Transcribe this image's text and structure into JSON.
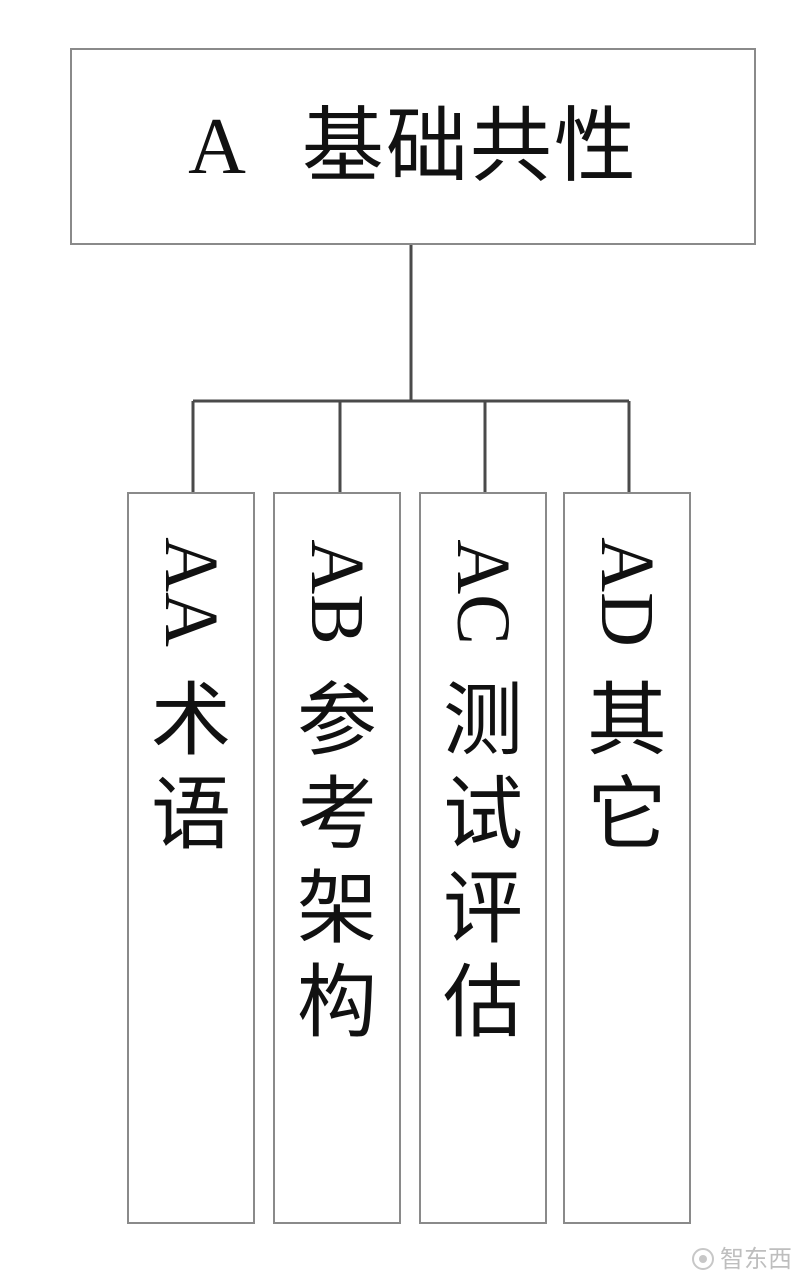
{
  "root": {
    "code": "A",
    "title": "基础共性"
  },
  "children": [
    {
      "code": "AA",
      "title": "术语"
    },
    {
      "code": "AB",
      "title": "参考架构"
    },
    {
      "code": "AC",
      "title": "测试评估"
    },
    {
      "code": "AD",
      "title": "其它"
    }
  ],
  "watermark": "智东西",
  "colors": {
    "line": "#4a4a4a",
    "border": "#8a8a8a"
  }
}
